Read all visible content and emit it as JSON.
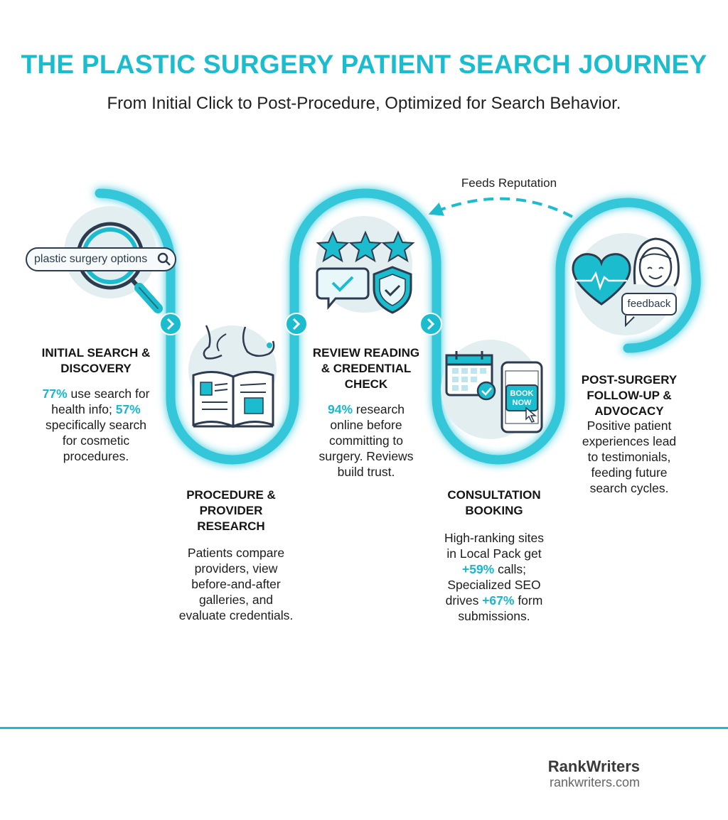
{
  "title": "THE PLASTIC SURGERY PATIENT SEARCH JOURNEY",
  "subtitle": "From Initial Click to Post-Procedure, Optimized for Search Behavior.",
  "feeds_label": "Feeds Reputation",
  "search_box_text": "plastic surgery options",
  "feedback_text": "feedback",
  "book_now_line1": "BOOK",
  "book_now_line2": "NOW",
  "colors": {
    "accent": "#1cbccf",
    "icon_stroke": "#2c3b4d",
    "circle_bg": "#e3eef1"
  },
  "steps": [
    {
      "label_lines": [
        "INITIAL SEARCH &",
        "DISCOVERY"
      ],
      "desc": [
        {
          "h": "77%",
          "t": " use search for"
        },
        {
          "t": "health info; ",
          "h2": "57%"
        },
        {
          "t": "specifically search"
        },
        {
          "t": "for cosmetic"
        },
        {
          "t": "procedures."
        }
      ],
      "icon": "magnifier-search-icon"
    },
    {
      "label_lines": [
        "PROCEDURE &",
        "PROVIDER",
        "RESEARCH"
      ],
      "desc_lines": [
        "Patients compare",
        "providers, view",
        "before-and-after",
        "galleries, and",
        "evaluate credentials."
      ],
      "icon": "open-book-icon"
    },
    {
      "label_lines": [
        "REVIEW READING",
        "& CREDENTIAL",
        "CHECK"
      ],
      "desc": [
        {
          "h": "94%",
          "t": " research"
        },
        {
          "t": "online before"
        },
        {
          "t": "committing to"
        },
        {
          "t": "surgery. Reviews"
        },
        {
          "t": "build trust."
        }
      ],
      "icon": "stars-shield-icon"
    },
    {
      "label_lines": [
        "CONSULTATION",
        "BOOKING"
      ],
      "desc": [
        {
          "t": "High-ranking sites"
        },
        {
          "t": "in Local Pack get"
        },
        {
          "h": "+59%",
          "t": " calls;"
        },
        {
          "t": "Specialized SEO"
        },
        {
          "t": "drives ",
          "h2": "+67%",
          "t2": " form"
        },
        {
          "t": "submissions."
        }
      ],
      "icon": "calendar-phone-icon"
    },
    {
      "label_lines": [
        "POST-SURGERY",
        "FOLLOW-UP &",
        "ADVOCACY"
      ],
      "desc_lines": [
        "Positive patient",
        "experiences lead",
        "to testimonials,",
        "feeding future",
        "search cycles."
      ],
      "icon": "heart-face-icon"
    }
  ],
  "brand": {
    "name": "RankWriters",
    "url": "rankwriters.com"
  }
}
